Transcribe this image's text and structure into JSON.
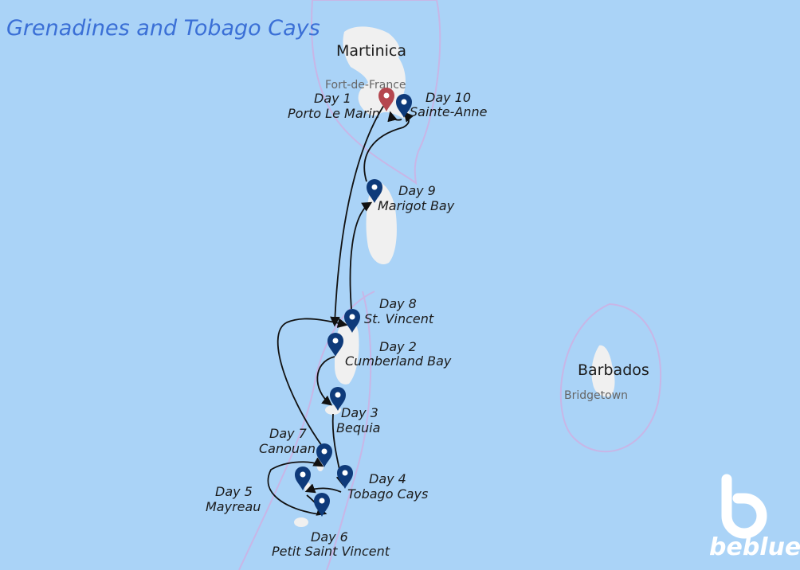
{
  "map": {
    "title": "Grenadines and Tobago Cays",
    "brand": "beblue",
    "islands": {
      "martinica": "Martinica",
      "barbados": "Barbados"
    },
    "cities": {
      "fort_de_france": "Fort-de-France",
      "bridgetown": "Bridgetown"
    },
    "stops": [
      {
        "day": "Day 1",
        "name": "Porto Le Marin",
        "marker_color": "#b5474f"
      },
      {
        "day": "Day 2",
        "name": "Cumberland Bay",
        "marker_color": "#0e3a7a"
      },
      {
        "day": "Day 3",
        "name": "Bequia",
        "marker_color": "#0e3a7a"
      },
      {
        "day": "Day 4",
        "name": "Tobago Cays",
        "marker_color": "#0e3a7a"
      },
      {
        "day": "Day 5",
        "name": "Mayreau",
        "marker_color": "#0e3a7a"
      },
      {
        "day": "Day 6",
        "name": "Petit Saint Vincent",
        "marker_color": "#0e3a7a"
      },
      {
        "day": "Day 7",
        "name": "Canouan",
        "marker_color": "#0e3a7a"
      },
      {
        "day": "Day 8",
        "name": "St. Vincent",
        "marker_color": "#0e3a7a"
      },
      {
        "day": "Day 9",
        "name": "Marigot Bay",
        "marker_color": "#0e3a7a"
      },
      {
        "day": "Day 10",
        "name": "Sainte-Anne",
        "marker_color": "#0e3a7a"
      }
    ],
    "colors": {
      "sea": "#aad3f7",
      "land": "#f0f0f0",
      "border": "#c8b6e6",
      "title": "#3a6fd6",
      "start_marker": "#b5474f",
      "stop_marker": "#0e3a7a"
    }
  }
}
